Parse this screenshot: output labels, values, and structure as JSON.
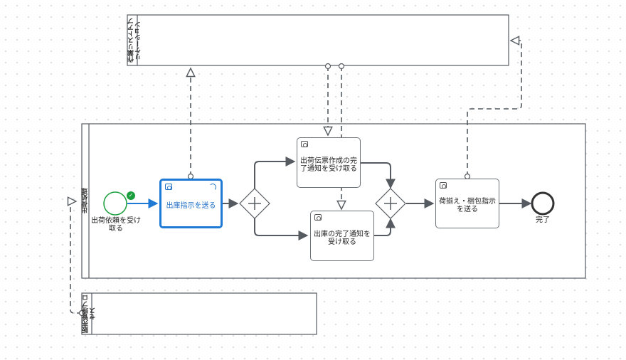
{
  "pools": {
    "work_app": "作業リストアプリケーション",
    "shipping": "出荷処理",
    "sales": "販売管理プロセス"
  },
  "events": {
    "start_label": "出荷依頼を受け取る",
    "end_label": "完了"
  },
  "tasks": {
    "shipping_instruction": "出庫指示を送る",
    "slip_notification": "出荷伝票作成の完了通知を受け取る",
    "warehouse_notification": "出庫の完了通知を受け取る",
    "packing_instruction": "荷揃え・梱包指示を送る"
  },
  "status": {
    "start_completed": "check-icon",
    "task_in_progress": "spinner-icon"
  },
  "colors": {
    "active_task": "#1f7ad6",
    "completed": "#1b9e3e",
    "flow": "#555b60",
    "active_flow": "#1f7ad6"
  }
}
